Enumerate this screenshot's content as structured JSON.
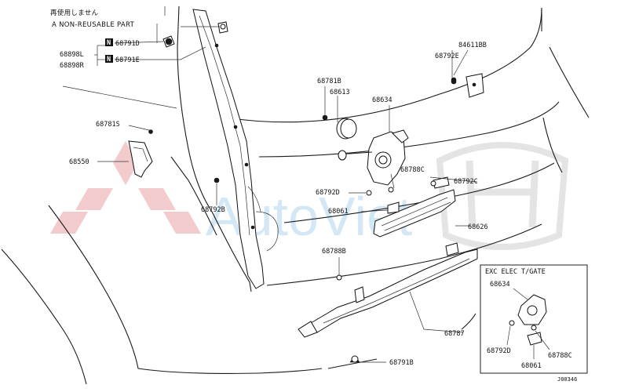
{
  "header": {
    "japanese_note": "再使用しません",
    "non_reusable_note": "A NON-REUSABLE PART",
    "badge_letter": "N"
  },
  "parts": {
    "p68791D": "68791D",
    "p68791E": "68791E",
    "p68898L": "68898L",
    "p68898R": "68898R",
    "p68781B": "68781B",
    "p68613": "68613",
    "p68634": "68634",
    "p84611BB": "84611BB",
    "p68792E": "68792E",
    "p68781S": "68781S",
    "p68550": "68550",
    "p68788C": "68788C",
    "p68792C": "68792C",
    "p68792D": "68792D",
    "p68792B": "68792B",
    "p68061": "68061",
    "p68626": "68626",
    "p68788B": "68788B",
    "p68787": "68787",
    "p68791B": "68791B"
  },
  "inset": {
    "title": "EXC ELEC T/GATE",
    "p68634": "68634",
    "p68792D": "68792D",
    "p68788C": "68788C",
    "p68061": "68061"
  },
  "footer": {
    "code": "J00346"
  },
  "watermark": {
    "text": "AutoViet"
  },
  "colors": {
    "line": "#222222",
    "watermark_red": "#e8a3a3",
    "watermark_blue": "#a8d3ea",
    "watermark_grey": "#d9d9d9"
  }
}
